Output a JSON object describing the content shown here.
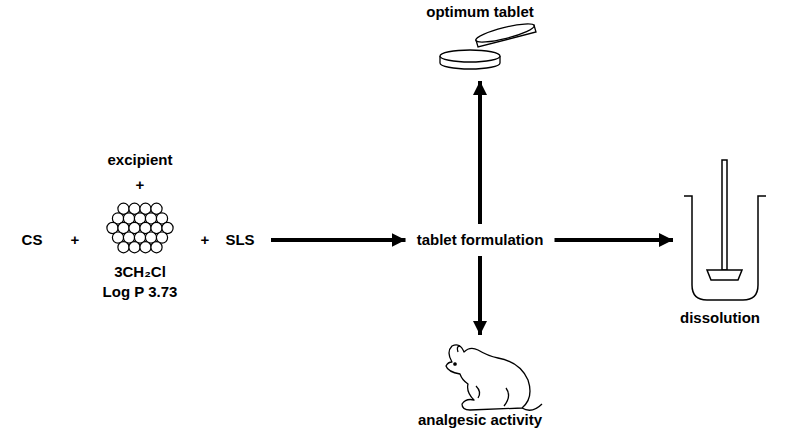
{
  "diagram": {
    "nodes": [
      {
        "text": [
          "CS",
          "+",
          "excipient",
          "+",
          "3CH₂Cl",
          "Log P 3.73",
          "+",
          "SLS"
        ]
      },
      {
        "text": [
          "tablet formulation"
        ]
      },
      {
        "text": [
          "optimum tablet"
        ]
      },
      {
        "text": [
          "dissolution"
        ]
      },
      {
        "text": [
          "analgesic activity"
        ]
      }
    ],
    "edges": [
      {
        "from": 0,
        "to": 1,
        "arrow": "to"
      },
      {
        "from": 1,
        "to": 2,
        "arrow": "to"
      },
      {
        "from": 1,
        "to": 3,
        "arrow": "to"
      },
      {
        "from": 1,
        "to": 4,
        "arrow": "to"
      }
    ]
  }
}
